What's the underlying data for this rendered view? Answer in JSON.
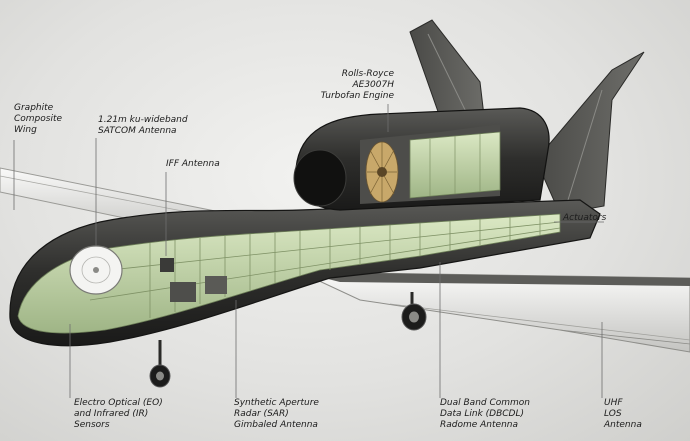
{
  "callouts": [
    {
      "id": "graphite-wing",
      "lines": [
        "Graphite",
        "Composite",
        "Wing"
      ]
    },
    {
      "id": "satcom-antenna",
      "lines": [
        "1.21m ku-wideband",
        "SATCOM Antenna"
      ]
    },
    {
      "id": "iff-antenna",
      "lines": [
        "IFF Antenna"
      ]
    },
    {
      "id": "engine",
      "lines": [
        "Rolls-Royce",
        "AE3007H",
        "Turbofan Engine"
      ]
    },
    {
      "id": "actuators",
      "lines": [
        "Actuators"
      ]
    },
    {
      "id": "eo-ir-sensors",
      "lines": [
        "Electro Optical (EO)",
        "and Infrared (IR)",
        "Sensors"
      ]
    },
    {
      "id": "sar-antenna",
      "lines": [
        "Synthetic Aperture",
        "Radar (SAR)",
        "Gimbaled Antenna"
      ]
    },
    {
      "id": "dbcdl-antenna",
      "lines": [
        "Dual Band Common",
        "Data Link (DBCDL)",
        "Radome Antenna"
      ]
    },
    {
      "id": "uhf-antenna",
      "lines": [
        "UHF",
        "LOS",
        "Antenna"
      ]
    }
  ],
  "colors": {
    "airframe": "#3a3a38",
    "structure": "#c9dcae",
    "leader": "#6e6e6e"
  }
}
